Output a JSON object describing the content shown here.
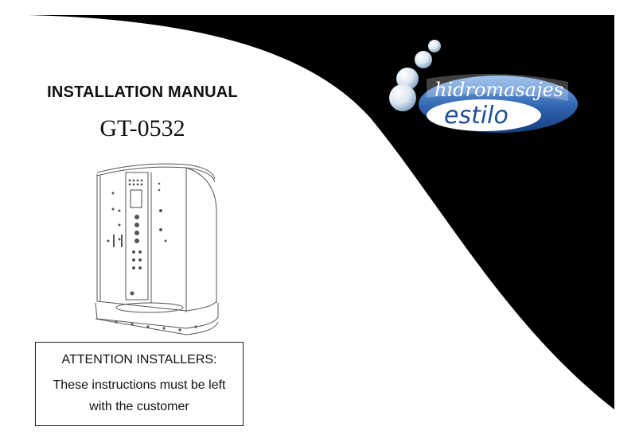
{
  "cover": {
    "title": "INSTALLATION MANUAL",
    "model": "GT-0532"
  },
  "notice": {
    "heading": "ATTENTION INSTALLERS:",
    "text": "These instructions must be left with the customer"
  },
  "logo": {
    "line1": "hidromasajes",
    "line2": "estilo"
  },
  "colors": {
    "background": "#000000",
    "page": "#ffffff",
    "logo_accent": "#4a7fc0"
  },
  "icons": [
    "shower-cabin-illustration",
    "brand-logo"
  ]
}
